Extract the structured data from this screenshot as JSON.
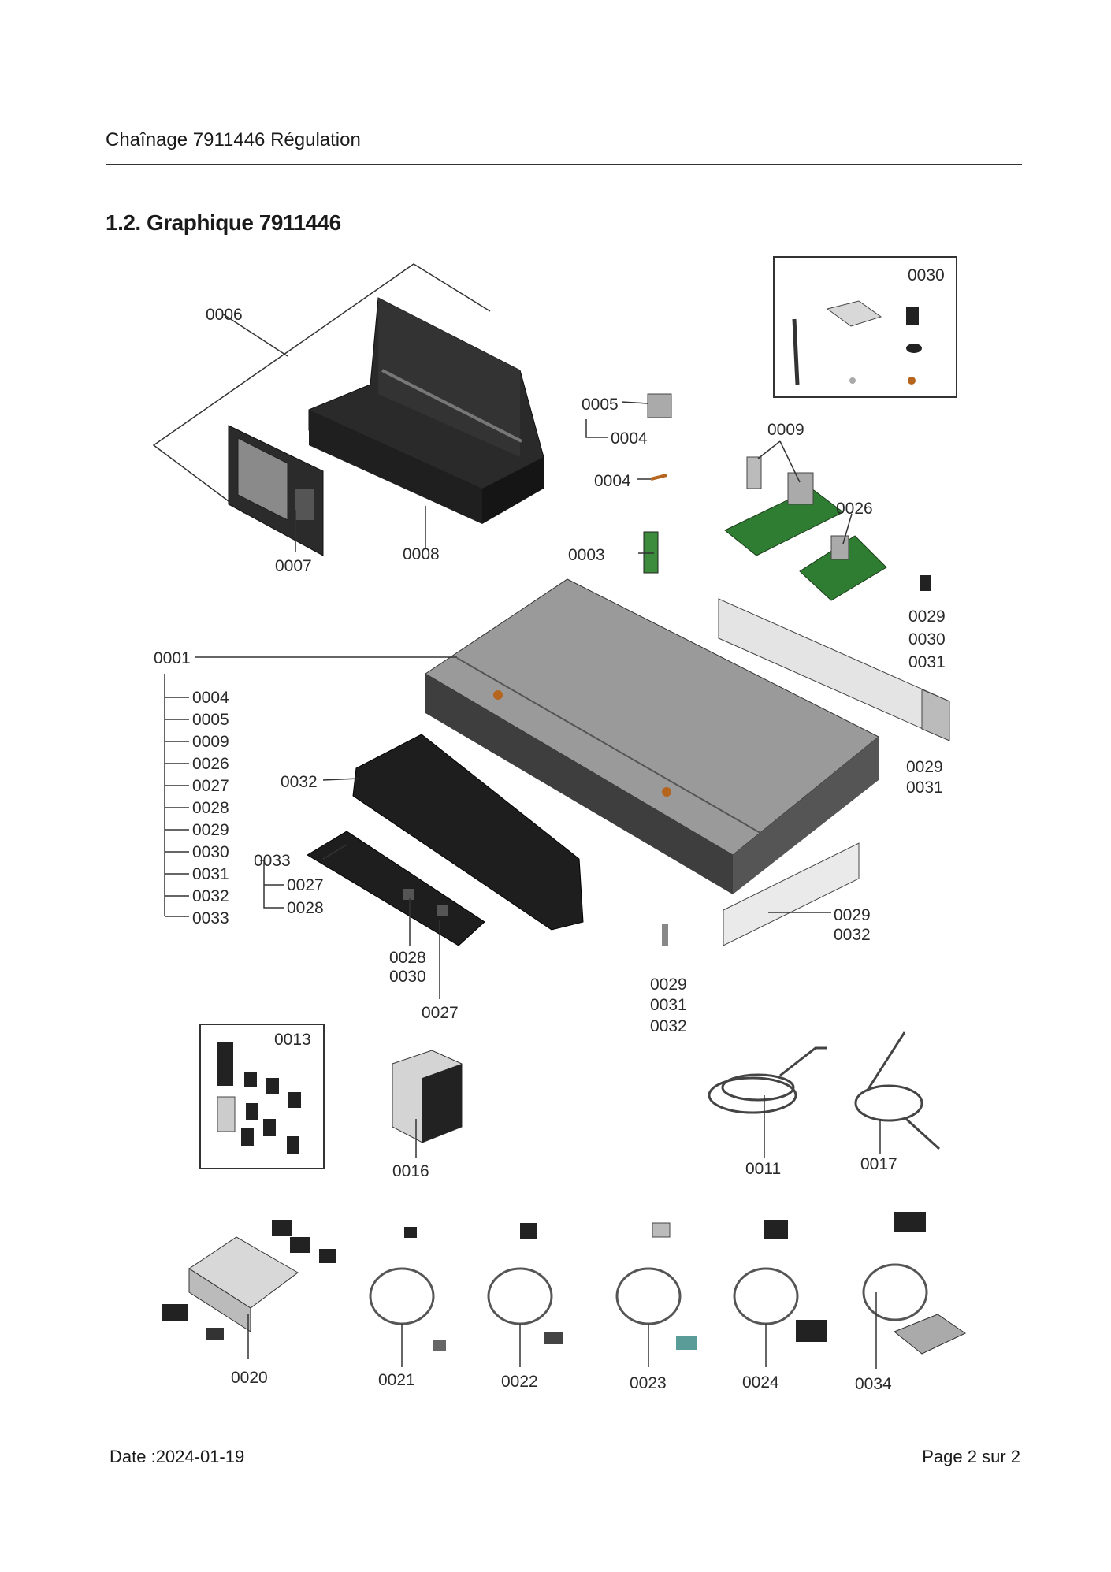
{
  "header": {
    "title": "Chaînage 7911446 Régulation"
  },
  "section": {
    "title": "1.2. Graphique 7911446"
  },
  "footer": {
    "date": "Date :2024-01-19",
    "page": "Page 2 sur   2"
  },
  "callouts": {
    "c0006": "0006",
    "c0007": "0007",
    "c0008": "0008",
    "c0030box": "0030",
    "c0005": "0005",
    "c0004a": "0004",
    "c0004b": "0004",
    "c0009": "0009",
    "c0026": "0026",
    "c0003": "0003",
    "c0029a": "0029",
    "c0030a": "0030",
    "c0031a": "0031",
    "c0001": "0001",
    "l0004": "0004",
    "l0005": "0005",
    "l0009": "0009",
    "l0026": "0026",
    "l0027": "0027",
    "l0028": "0028",
    "l0029": "0029",
    "l0030": "0030",
    "l0031": "0031",
    "l0032": "0032",
    "l0033": "0033",
    "c0032": "0032",
    "c0033": "0033",
    "c0027a": "0027",
    "c0028a": "0028",
    "c0028b": "0028",
    "c0030b": "0030",
    "c0027b": "0027",
    "c0029b": "0029",
    "c0031b": "0031",
    "c0029c": "0029",
    "c0032b": "0032",
    "c0029d": "0029",
    "c0031c": "0031",
    "c0032c": "0032",
    "c0013": "0013",
    "c0016": "0016",
    "c0011": "0011",
    "c0017": "0017",
    "c0020": "0020",
    "c0021": "0021",
    "c0022": "0022",
    "c0023": "0023",
    "c0024": "0024",
    "c0034": "0034"
  }
}
